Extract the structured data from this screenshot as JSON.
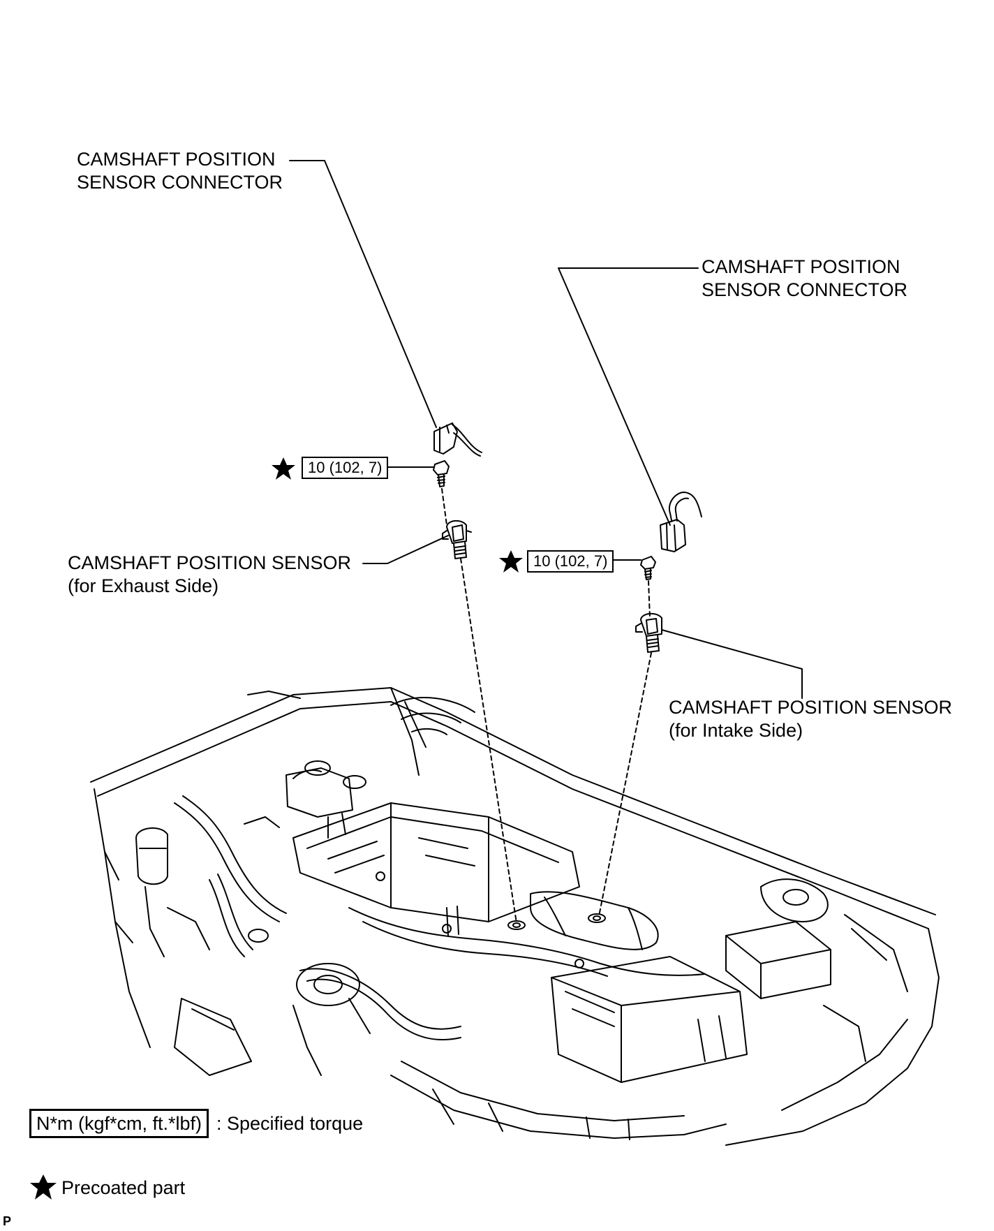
{
  "labels": {
    "connector_left": {
      "line1": "CAMSHAFT POSITION",
      "line2": "SENSOR CONNECTOR"
    },
    "connector_right": {
      "line1": "CAMSHAFT POSITION",
      "line2": "SENSOR CONNECTOR"
    },
    "sensor_exhaust": {
      "line1": "CAMSHAFT POSITION SENSOR",
      "line2": "(for Exhaust Side)"
    },
    "sensor_intake": {
      "line1": "CAMSHAFT POSITION SENSOR",
      "line2": "(for Intake Side)"
    }
  },
  "torque": {
    "left": "10 (102, 7)",
    "right": "10 (102, 7)"
  },
  "legend": {
    "torque_box": "N*m (kgf*cm, ft.*lbf)",
    "torque_desc": ": Specified torque",
    "precoated_desc": "Precoated part"
  },
  "corner_mark": "P",
  "icons": {
    "precoat": "star-icon"
  }
}
